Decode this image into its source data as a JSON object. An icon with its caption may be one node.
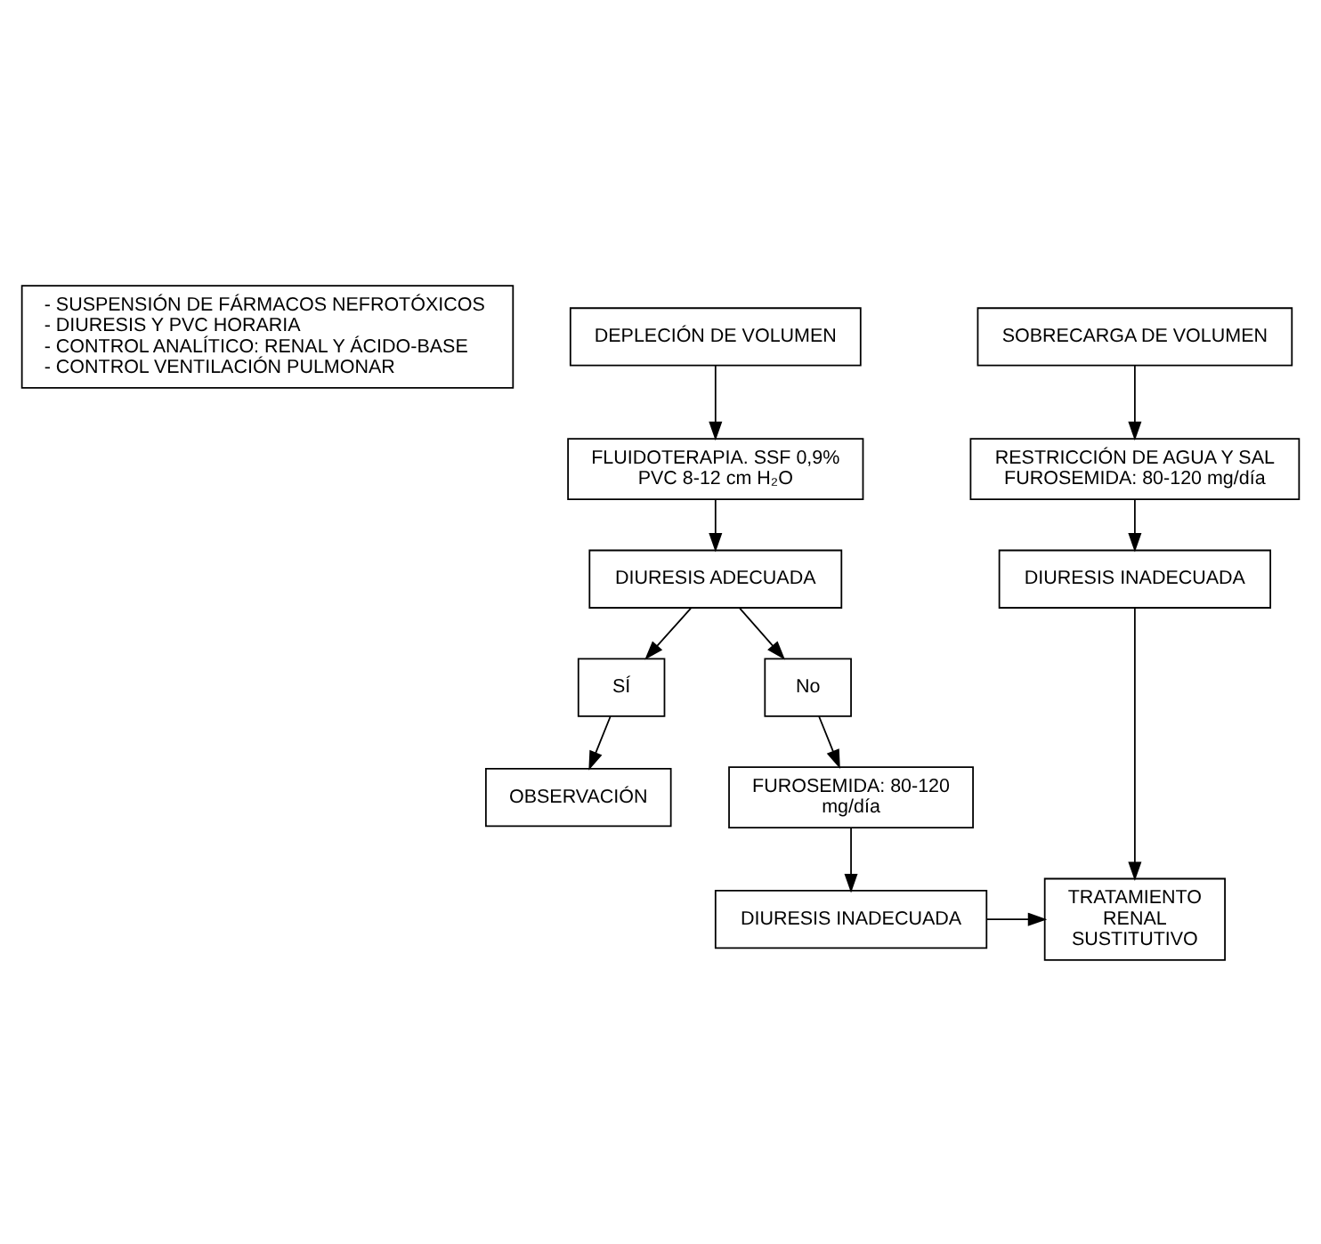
{
  "diagram": {
    "nodes": [
      {
        "text": [
          "- SUSPENSIÓN DE FÁRMACOS NEFROTÓXICOS",
          "- DIURESIS Y PVC HORARIA",
          "- CONTROL ANALÍTICO: RENAL Y ÁCIDO-BASE",
          "- CONTROL VENTILACIÓN PULMONAR"
        ]
      },
      {
        "text": [
          "DEPLECIÓN DE VOLUMEN"
        ]
      },
      {
        "text": [
          "SOBRECARGA DE VOLUMEN"
        ]
      },
      {
        "text": [
          "FLUIDOTERAPIA. SSF 0,9%",
          "PVC 8-12 cm H₂O"
        ]
      },
      {
        "text": [
          "RESTRICCIÓN DE AGUA Y SAL",
          "FUROSEMIDA: 80-120 mg/día"
        ]
      },
      {
        "text": [
          "DIURESIS ADECUADA"
        ]
      },
      {
        "text": [
          "DIURESIS INADECUADA"
        ]
      },
      {
        "text": [
          "SÍ"
        ]
      },
      {
        "text": [
          "No"
        ]
      },
      {
        "text": [
          "OBSERVACIÓN"
        ]
      },
      {
        "text": [
          "FUROSEMIDA: 80-120 mg/día"
        ]
      },
      {
        "text": [
          "DIURESIS INADECUADA"
        ]
      },
      {
        "text": [
          "TRATAMIENTO RENAL SUSTITUTIVO"
        ]
      }
    ],
    "edges": [
      {
        "from": 1,
        "to": 3,
        "arrow": "to"
      },
      {
        "from": 3,
        "to": 5,
        "arrow": "to"
      },
      {
        "from": 5,
        "to": 7,
        "arrow": "to"
      },
      {
        "from": 5,
        "to": 8,
        "arrow": "to"
      },
      {
        "from": 7,
        "to": 9,
        "arrow": "to"
      },
      {
        "from": 8,
        "to": 10,
        "arrow": "to"
      },
      {
        "from": 10,
        "to": 11,
        "arrow": "to"
      },
      {
        "from": 11,
        "to": 12,
        "arrow": "to"
      },
      {
        "from": 2,
        "to": 4,
        "arrow": "to"
      },
      {
        "from": 4,
        "to": 6,
        "arrow": "to"
      },
      {
        "from": 6,
        "to": 12,
        "arrow": "to"
      }
    ]
  }
}
